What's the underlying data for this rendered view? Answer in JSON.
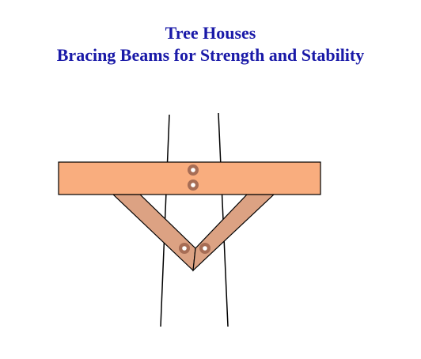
{
  "title": {
    "line1": "Tree Houses",
    "line2": "Bracing Beams for Strength and Stability"
  },
  "colors": {
    "title": "#1a1aa8",
    "horizontal_beam_fill": "#f9ad7e",
    "brace_fill": "#dca283",
    "outline": "#000000",
    "bolt_outer": "#a76d55",
    "bolt_inner": "#ffffff"
  },
  "diagram": {
    "components": [
      {
        "name": "tree-trunk",
        "count": 1
      },
      {
        "name": "horizontal-beam",
        "count": 1
      },
      {
        "name": "diagonal-brace",
        "count": 2
      },
      {
        "name": "bolt",
        "count": 4
      }
    ]
  }
}
